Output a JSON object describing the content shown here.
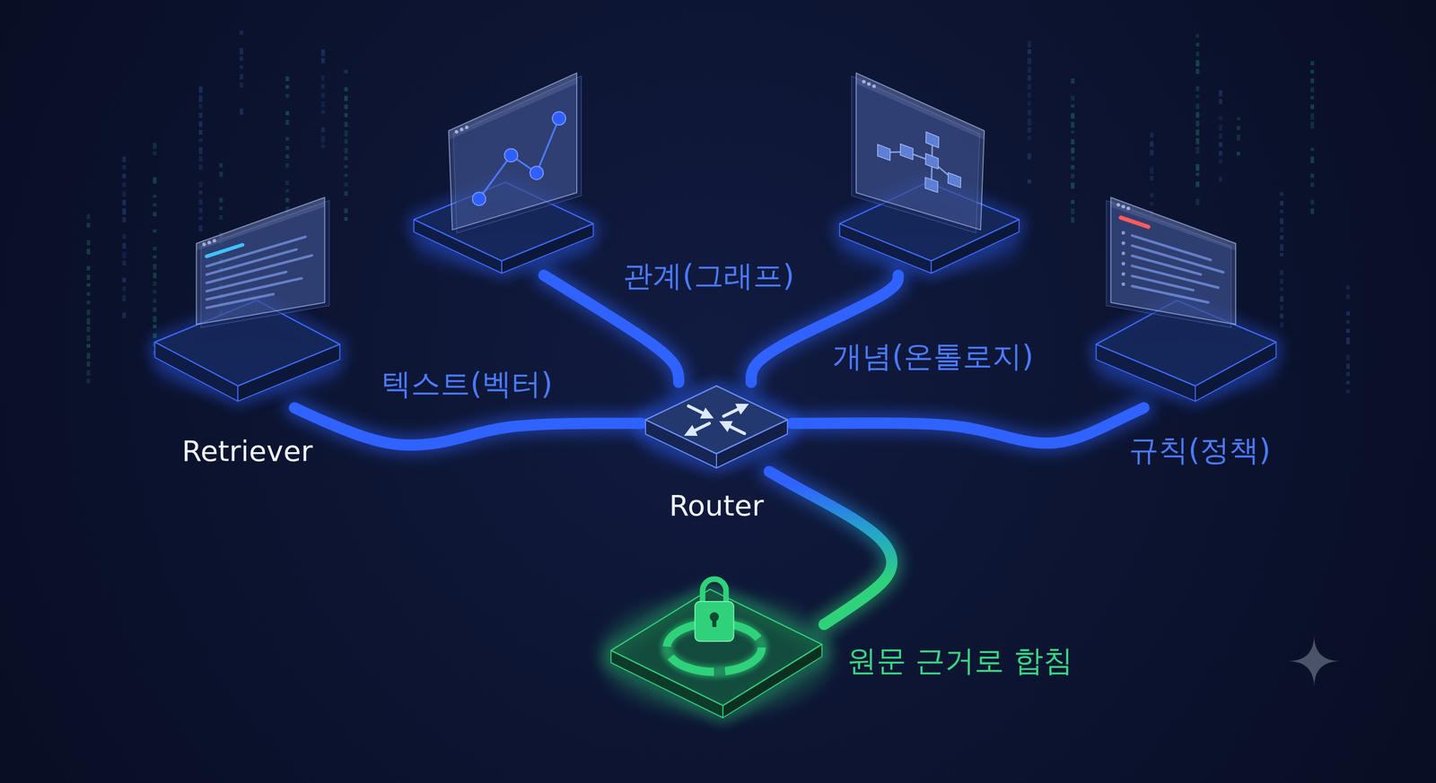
{
  "diagram": {
    "nodes": [
      {
        "text": []
      },
      {
        "text": []
      },
      {
        "text": [
          "Retriever"
        ]
      },
      {
        "text": []
      },
      {
        "text": [
          "Router"
        ]
      },
      {
        "text": [
          "원문 근거로 합침"
        ]
      }
    ],
    "edges": [
      {
        "from": 0,
        "to": 4,
        "label": "관계(그래프)",
        "arrow": "none"
      },
      {
        "from": 1,
        "to": 4,
        "label": "개념(온톨로지)",
        "arrow": "none"
      },
      {
        "from": 2,
        "to": 4,
        "label": "텍스트(벡터)",
        "arrow": "none"
      },
      {
        "from": 3,
        "to": 4,
        "label": "규칙(정책)",
        "arrow": "none"
      },
      {
        "from": 4,
        "to": 5,
        "arrow": "none"
      }
    ]
  }
}
